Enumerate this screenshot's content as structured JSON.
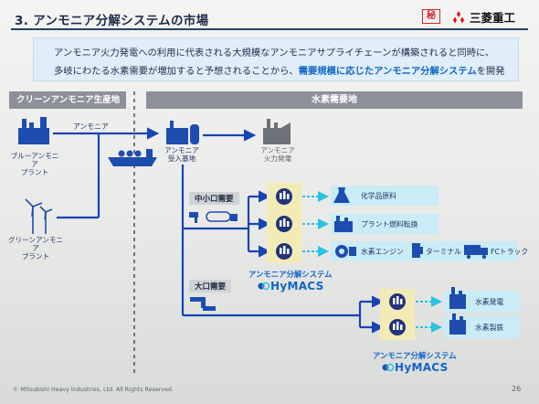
{
  "header": {
    "title": "3. アンモニア分解システムの市場",
    "secret_mark": "秘",
    "brand": "三菱重工",
    "accent_color": "#27406e"
  },
  "intro": {
    "line1": "アンモニア火力発電への利用に代表される大規模なアンモニアサプライチェーンが構築されると同時に、",
    "line2_prefix": "多岐にわたる水素需要が増加すると予想されることから、",
    "line2_highlight": "需要規模に応じたアンモニア分解システム",
    "line2_suffix": "を開発"
  },
  "sections": {
    "production": "クリーンアンモニア生産地",
    "demand": "水素需要地"
  },
  "production": {
    "blue_plant": "ブルーアンモニア\nプラント",
    "green_plant": "グリーンアンモニア\nプラント",
    "ammonia_label": "アンモニア"
  },
  "demand": {
    "terminal": "アンモニア\n受入基地",
    "power_plant": "アンモニア\n火力発電",
    "small_medium": "中小口需要",
    "large": "大口需要",
    "system_name_1": "アンモニア分解システム",
    "system_brand_1": "HyMACS",
    "system_name_2": "アンモニア分解システム",
    "system_brand_2": "HyMACS",
    "uses_small": [
      "化学品原料",
      "プラント燃料転換",
      "水素エンジン",
      "ターミナル",
      "FCトラック"
    ],
    "uses_large": [
      "水素発電",
      "水素製鉄"
    ]
  },
  "footer": {
    "copyright": "© Mitsubishi Heavy Industries, Ltd.  All Rights Reserved.",
    "page": "26"
  }
}
